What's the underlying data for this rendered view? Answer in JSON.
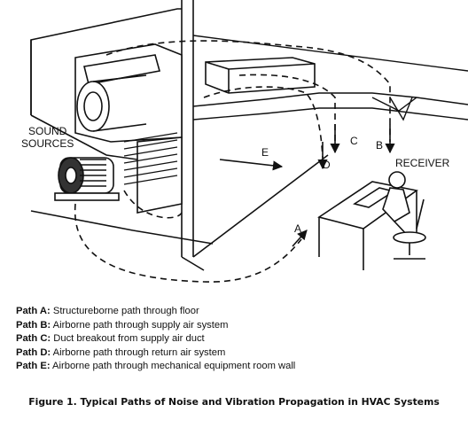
{
  "figure": {
    "labels": {
      "sound_sources": [
        "SOUND",
        "SOURCES"
      ],
      "receiver": "RECEIVER",
      "a": "A",
      "b": "B",
      "c": "C",
      "d": "D",
      "e": "E"
    }
  },
  "legend": {
    "paths": [
      {
        "key": "Path A:",
        "text": "Structureborne path through floor"
      },
      {
        "key": "Path B:",
        "text": "Airborne path through supply air system"
      },
      {
        "key": "Path C:",
        "text": "Duct breakout from supply air duct"
      },
      {
        "key": "Path D:",
        "text": "Airborne path through return air system"
      },
      {
        "key": "Path E:",
        "text": "Airborne path through mechanical equipment room wall"
      }
    ]
  },
  "caption": "Figure 1. Typical Paths of Noise and Vibration Propagation in HVAC Systems"
}
